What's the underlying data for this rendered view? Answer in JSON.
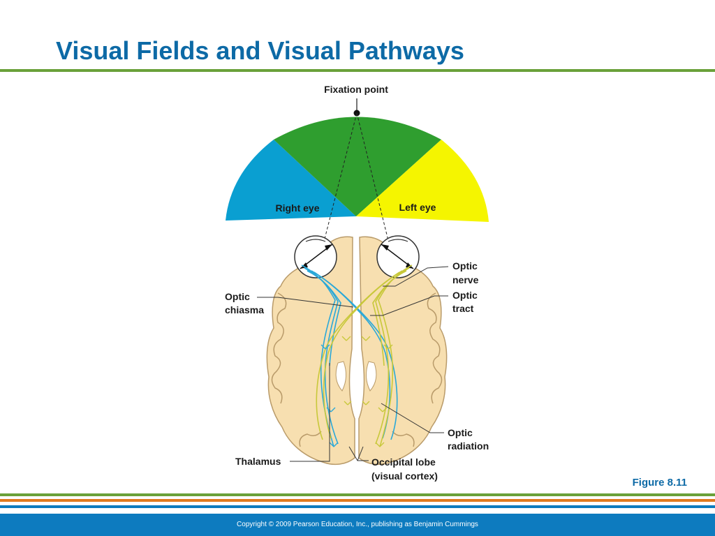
{
  "slide": {
    "title": "Visual Fields and Visual Pathways",
    "figure_label": "Figure 8.11",
    "copyright": "Copyright © 2009 Pearson Education, Inc., publishing as Benjamin Cummings"
  },
  "diagram": {
    "labels": {
      "fixation_point": "Fixation point",
      "right_eye": "Right eye",
      "left_eye": "Left eye",
      "optic_nerve_1": "Optic",
      "optic_nerve_2": "nerve",
      "optic_tract_1": "Optic",
      "optic_tract_2": "tract",
      "optic_chiasma_1": "Optic",
      "optic_chiasma_2": "chiasma",
      "optic_radiation_1": "Optic",
      "optic_radiation_2": "radiation",
      "thalamus": "Thalamus",
      "occipital_lobe_1": "Occipital lobe",
      "occipital_lobe_2": "(visual cortex)"
    }
  },
  "colors": {
    "title_blue": "#0d6aa6",
    "rule_green": "#6aa13a",
    "rule_orange": "#e07a1f",
    "rule_blue": "#0d7bbf",
    "field_right_eye": "#0a9fd1",
    "field_overlap": "#2f9e2f",
    "field_left_eye": "#f5f500",
    "brain_fill": "#f7dfb0",
    "pathway_blue": "#2aa8d8",
    "pathway_yellow": "#c8c83a"
  }
}
